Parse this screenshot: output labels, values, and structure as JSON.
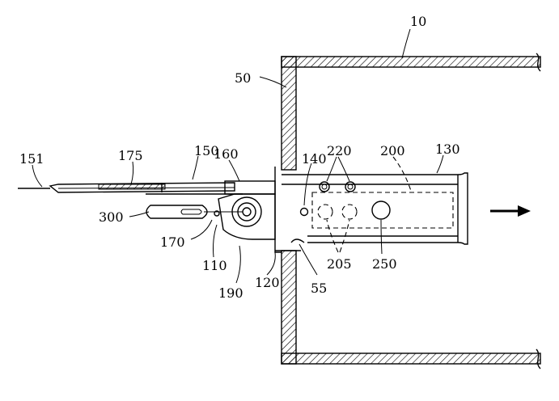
{
  "labels": {
    "l10": "10",
    "l50": "50",
    "l151": "151",
    "l175": "175",
    "l150": "150",
    "l160": "160",
    "l140": "140",
    "l220": "220",
    "l200": "200",
    "l130": "130",
    "l300": "300",
    "l170": "170",
    "l110": "110",
    "l190": "190",
    "l120": "120",
    "l55": "55",
    "l205": "205",
    "l250": "250"
  }
}
